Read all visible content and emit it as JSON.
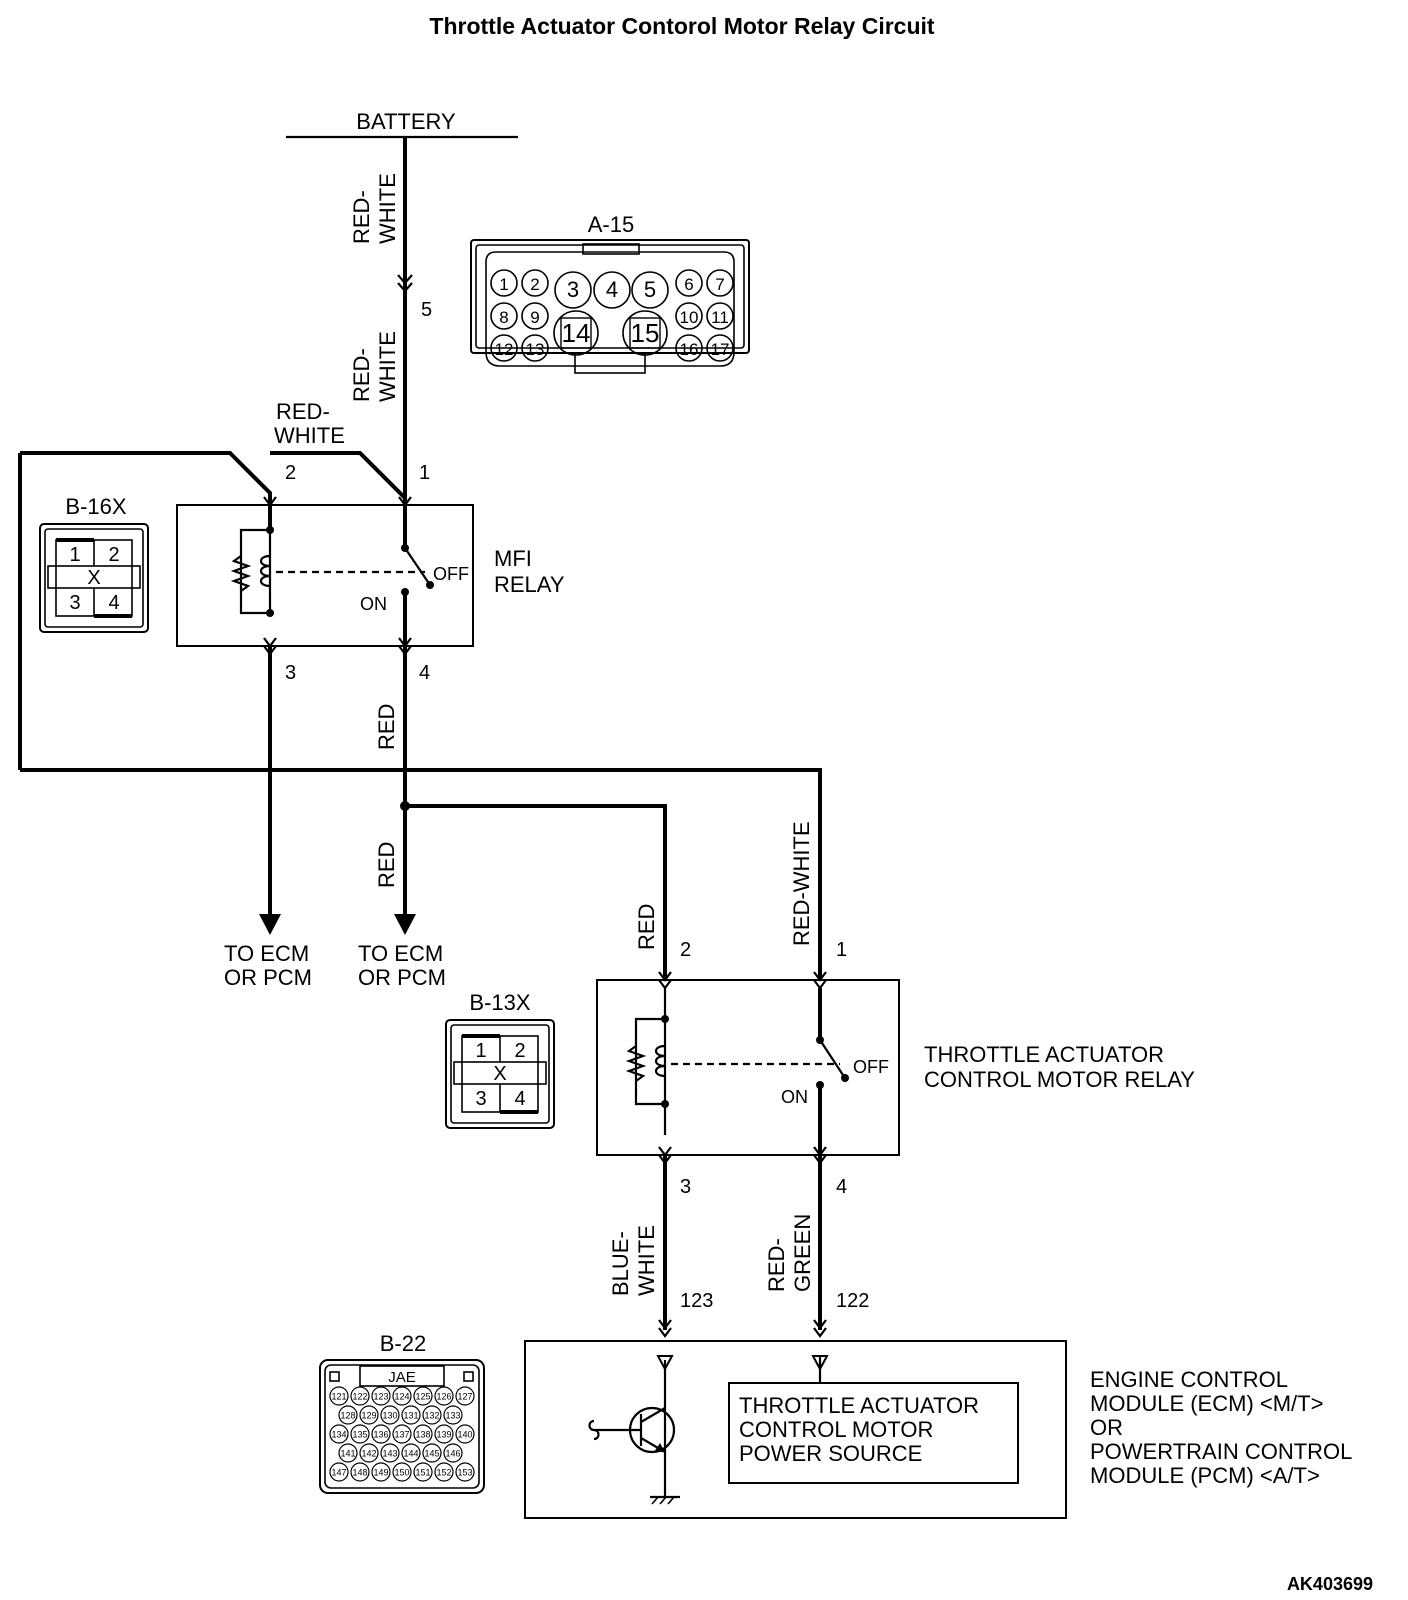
{
  "title": "Throttle Actuator Contorol Motor Relay Circuit",
  "battery": "BATTERY",
  "wires": {
    "red_white": "RED-",
    "white": "WHITE",
    "red": "RED",
    "red_white_full": "RED-WHITE",
    "blue": "BLUE-",
    "red_green_1": "RED-",
    "green": "GREEN"
  },
  "connectors": {
    "a15": {
      "name": "A-15",
      "pins": [
        "1",
        "2",
        "3",
        "4",
        "5",
        "6",
        "7",
        "8",
        "9",
        "10",
        "11",
        "12",
        "13",
        "14",
        "15",
        "16",
        "17"
      ]
    },
    "b16x": {
      "name": "B-16X",
      "pins": [
        "1",
        "2",
        "3",
        "4"
      ],
      "x": "X"
    },
    "b13x": {
      "name": "B-13X",
      "pins": [
        "1",
        "2",
        "3",
        "4"
      ],
      "x": "X"
    },
    "b22": {
      "name": "B-22",
      "maker": "JAE",
      "pins": [
        "121",
        "122",
        "123",
        "124",
        "125",
        "126",
        "127",
        "128",
        "129",
        "130",
        "131",
        "132",
        "133",
        "134",
        "135",
        "136",
        "137",
        "138",
        "139",
        "140",
        "141",
        "142",
        "143",
        "144",
        "145",
        "146",
        "147",
        "148",
        "149",
        "150",
        "151",
        "152",
        "153"
      ]
    }
  },
  "mfi_relay": {
    "label1": "MFI",
    "label2": "RELAY",
    "pin1": "1",
    "pin2": "2",
    "pin3": "3",
    "pin4": "4",
    "off": "OFF",
    "on": "ON",
    "battery_pin": "5"
  },
  "tac_relay": {
    "label1": "THROTTLE ACTUATOR",
    "label2": "CONTROL MOTOR RELAY",
    "pin1": "1",
    "pin2": "2",
    "pin3": "3",
    "pin4": "4",
    "off": "OFF",
    "on": "ON"
  },
  "to_ecm": {
    "line1": "TO ECM",
    "line2": "OR PCM"
  },
  "ecm": {
    "pin123": "123",
    "pin122": "122",
    "inner1": "THROTTLE ACTUATOR",
    "inner2": "CONTROL MOTOR",
    "inner3": "POWER SOURCE",
    "desc1": "ENGINE CONTROL",
    "desc2": "MODULE (ECM) <M/T>",
    "desc3": "OR",
    "desc4": "POWERTRAIN CONTROL",
    "desc5": "MODULE (PCM) <A/T>"
  },
  "figure_id": "AK403699"
}
